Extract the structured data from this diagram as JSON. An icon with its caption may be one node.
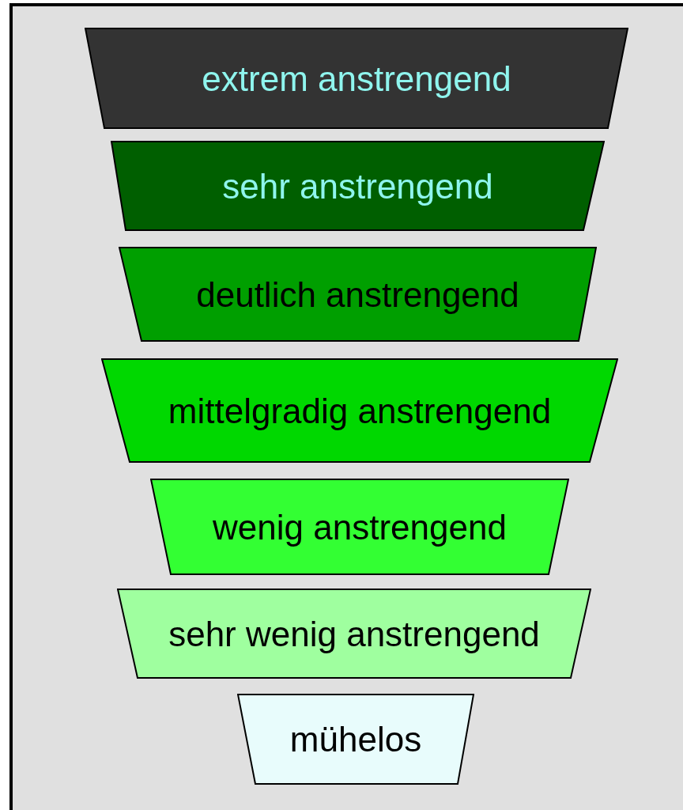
{
  "diagram": {
    "nodes": [
      {
        "text": [
          "extrem anstrengend"
        ]
      },
      {
        "text": [
          "sehr anstrengend"
        ]
      },
      {
        "text": [
          "deutlich anstrengend"
        ]
      },
      {
        "text": [
          "mittelgradig anstrengend"
        ]
      },
      {
        "text": [
          "wenig anstrengend"
        ]
      },
      {
        "text": [
          "sehr wenig anstrengend"
        ]
      },
      {
        "text": [
          "mühelos"
        ]
      }
    ]
  }
}
